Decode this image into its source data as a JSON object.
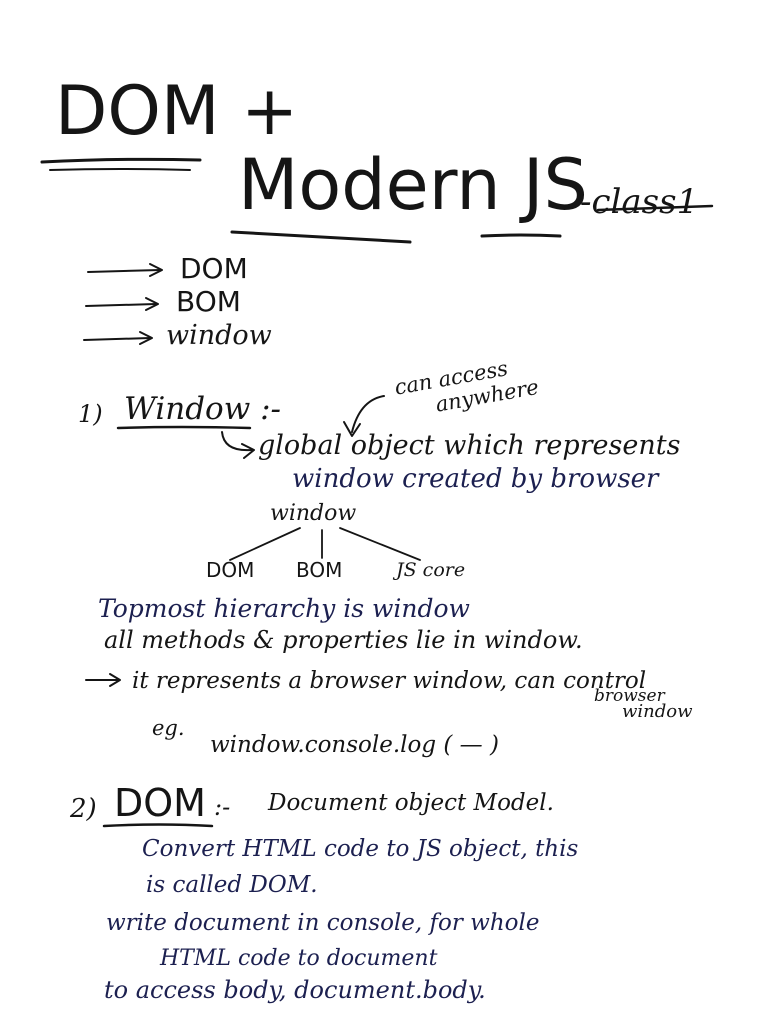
{
  "title": {
    "line1": "DOM +",
    "line2": "Modern JS",
    "class_tag": "-class1"
  },
  "intro_list": [
    "DOM",
    "BOM",
    "window"
  ],
  "sections": {
    "window": {
      "number": "1)",
      "heading": "Window :-",
      "side_note_line1": "can access",
      "side_note_line2": "anywhere",
      "definition_line1": "global object which represents",
      "definition_line2": "window created by browser",
      "tree": {
        "root": "window",
        "children": [
          "DOM",
          "BOM",
          "JS core"
        ]
      },
      "note1": "Topmost hierarchy is window",
      "note2": "all methods & properties lie in window.",
      "note3": "it represents a browser window, can control",
      "note3_cont1": "browser",
      "note3_cont2": "window",
      "eg_label": "eg.",
      "eg_code": "window.console.log ( — )"
    },
    "dom": {
      "number": "2)",
      "heading": "DOM",
      "separator": ":-",
      "definition": "Document object Model.",
      "line1": "Convert HTML code to JS object, this",
      "line2": "is called DOM.",
      "line3": "write document in console, for whole",
      "line4": "HTML code to document",
      "line5": "to access body, document.body."
    }
  }
}
